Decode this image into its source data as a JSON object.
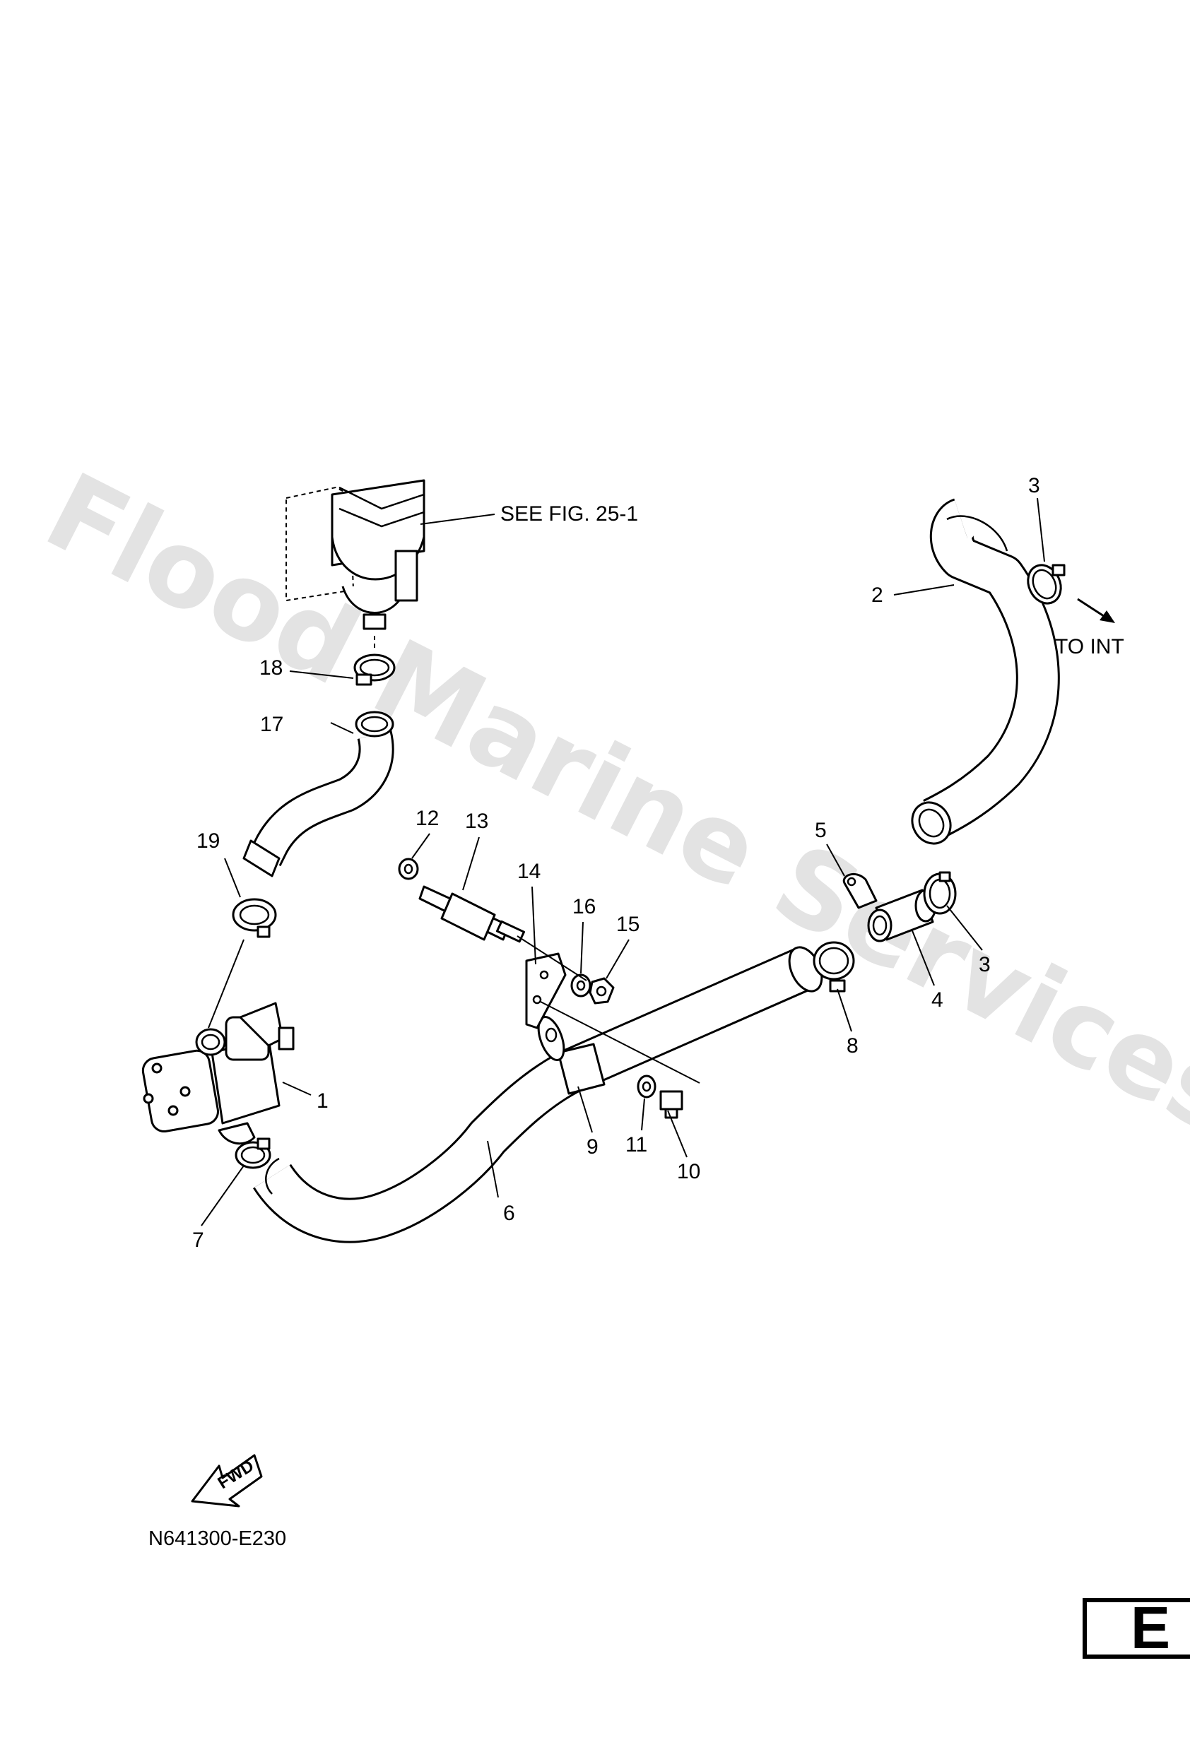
{
  "watermark": "Flood Marine Services",
  "notes": {
    "see_fig": "SEE FIG. 25-1",
    "to_int": "TO INT",
    "fwd": "FWD"
  },
  "drawing_code": "N641300-E230",
  "page_marker": "E",
  "callouts": [
    "1",
    "2",
    "3",
    "3",
    "4",
    "5",
    "6",
    "7",
    "8",
    "9",
    "10",
    "11",
    "12",
    "13",
    "14",
    "15",
    "16",
    "17",
    "18",
    "19"
  ]
}
